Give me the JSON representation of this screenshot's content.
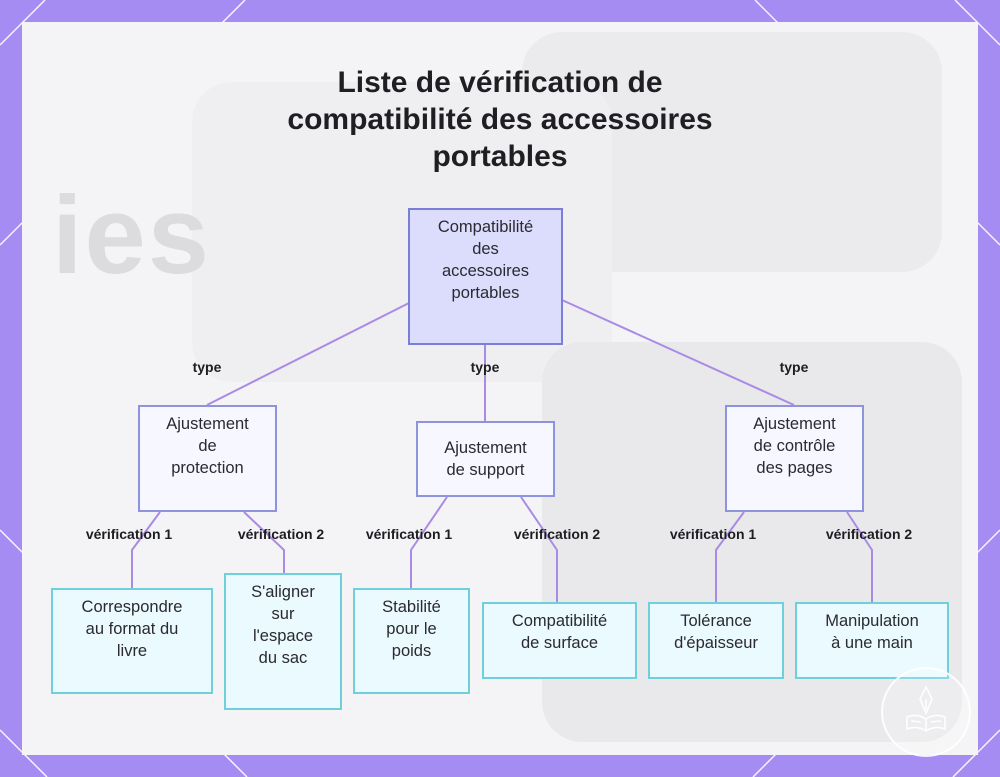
{
  "title": [
    "Liste de vérification de",
    "compatibilité des accessoires",
    "portables"
  ],
  "background_text": "ies",
  "colors": {
    "frame": "#a48cf2",
    "edge": "#a98be6",
    "root_fill": "#dcdcfd",
    "mid_fill": "#f7f8ff",
    "leaf_fill": "#eafaff",
    "leaf_border": "#6fd0dd"
  },
  "nodes": {
    "root": [
      "Compatibilité",
      "des",
      "accessoires",
      "portables"
    ],
    "protection": [
      "Ajustement",
      "de",
      "protection"
    ],
    "support": [
      "Ajustement",
      "de support"
    ],
    "pages": [
      "Ajustement",
      "de contrôle",
      "des pages"
    ],
    "format": [
      "Correspondre",
      "au format du",
      "livre"
    ],
    "sac": [
      "S'aligner",
      "sur",
      "l'espace",
      "du sac"
    ],
    "stabilite": [
      "Stabilité",
      "pour le",
      "poids"
    ],
    "surface": [
      "Compatibilité",
      "de surface"
    ],
    "epaisseur": [
      "Tolérance",
      "d'épaisseur"
    ],
    "main": [
      "Manipulation",
      "à une main"
    ]
  },
  "edge_labels": {
    "type": "type",
    "verif1": "vérification 1",
    "verif2": "vérification 2"
  },
  "logo_icon": "book-pen-logo-icon"
}
